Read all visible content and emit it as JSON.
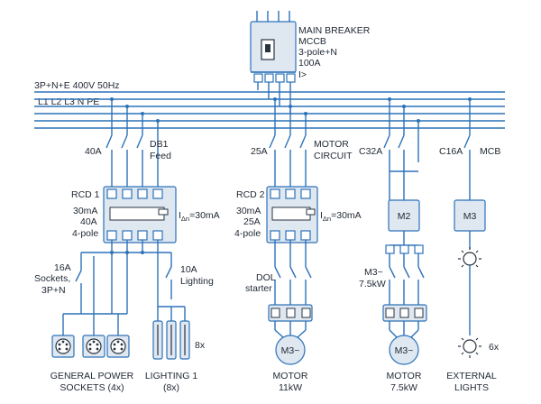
{
  "supply": {
    "label": "3P+N+E 400V 50Hz",
    "conductors": "L1 L2 L3 N PE"
  },
  "main_breaker": {
    "line1": "MAIN BREAKER",
    "line2": "MCCB",
    "line3": "3-pole+N",
    "line4": "100A",
    "line5": "I>"
  },
  "feeders": {
    "db1_rating": "40A",
    "db1_name": "DB1",
    "db1_sub": "Feed",
    "motor_rating": "25A",
    "motor_name": "MOTOR",
    "motor_sub": "CIRCUIT",
    "c32_rating": "C32A",
    "c16_rating": "C16A",
    "c16_type": "MCB"
  },
  "rcd1": {
    "name": "RCD 1",
    "sens": "30mA",
    "rating": "40A",
    "poles": "4-pole",
    "idn": "I",
    "idn_sub": "Δn",
    "idn_val": "=30mA"
  },
  "rcd2": {
    "name": "RCD 2",
    "sens": "30mA",
    "rating": "25A",
    "poles": "4-pole",
    "idn": "I",
    "idn_sub": "Δn",
    "idn_val": "=30mA"
  },
  "sub_circuits": {
    "sockets_rating": "16A",
    "sockets_name": "Sockets,",
    "sockets_poles": "3P+N",
    "lighting_rating": "10A",
    "lighting_name": "Lighting",
    "lamps_count": "8x",
    "dol_line1": "DOL",
    "dol_line2": "starter",
    "m3_rating": "M3~",
    "m3_kw": "7.5kW",
    "ext_count": "6x"
  },
  "boxes": {
    "m2": "M2",
    "m3": "M3",
    "motor1": "M3~",
    "motor2": "M3~"
  },
  "captions": {
    "sockets_1": "GENERAL POWER",
    "sockets_2": "SOCKETS (4x)",
    "lighting_1": "LIGHTING 1",
    "lighting_2": "(8x)",
    "motor1_1": "MOTOR",
    "motor1_2": "11kW",
    "motor2_1": "MOTOR",
    "motor2_2": "7.5kW",
    "ext_1": "EXTERNAL",
    "ext_2": "LIGHTS"
  },
  "colors": {
    "wire": "#2c72b8",
    "fill": "#dfe7f1",
    "text": "#1f2733"
  }
}
